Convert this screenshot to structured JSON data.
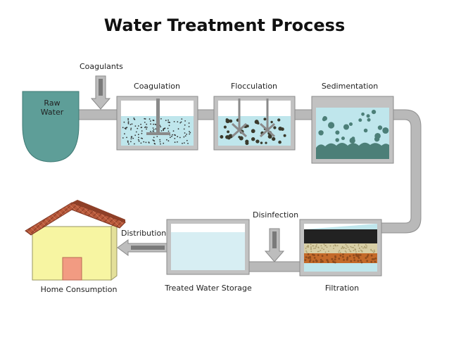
{
  "title": "Water Treatment Process",
  "nodes": {
    "raw_water": {
      "line1": "Raw",
      "line2": "Water"
    },
    "coagulants": "Coagulants",
    "coagulation": "Coagulation",
    "flocculation": "Flocculation",
    "sedimentation": "Sedimentation",
    "filtration": "Filtration",
    "disinfection": "Disinfection",
    "storage": "Treated Water Storage",
    "distribution": "Distribution",
    "home": "Home Consumption"
  },
  "colors": {
    "pipe": "#b9b9b9",
    "pipe_edge": "#8f8f8f",
    "raw_water": "#5e9e98",
    "tank_water": "#bfe6ec",
    "sediment": "#4c7f78",
    "house_wall": "#f7f5a2",
    "roof": "#b8583a",
    "door": "#f29b82"
  },
  "icons": [
    "down-arrow-icon",
    "left-arrow-icon",
    "mixer-paddle-icon"
  ]
}
